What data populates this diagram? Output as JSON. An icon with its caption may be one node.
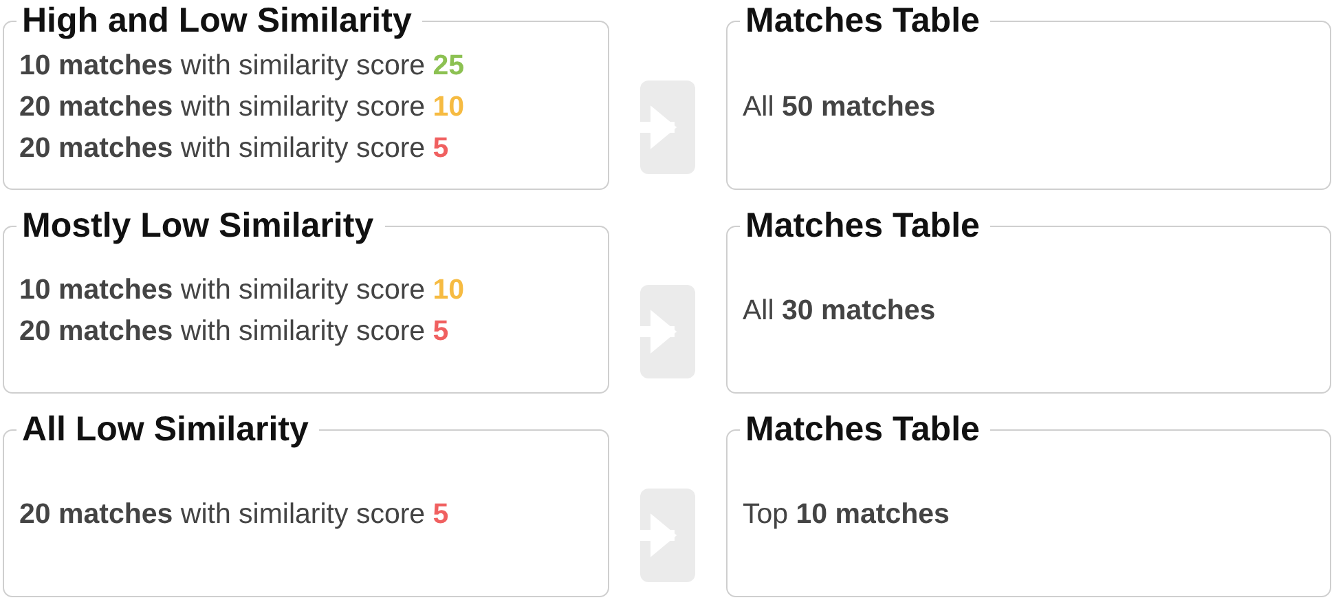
{
  "diagram": {
    "nodes": [
      {
        "text": [
          "High and Low Similarity",
          "**10 matches** with similarity score 25",
          "**20 matches** with similarity score 10",
          "**20 matches** with similarity score 5"
        ]
      },
      {
        "text": [
          "Matches Table",
          "All **50 matches**"
        ]
      },
      {
        "text": [
          "Mostly Low Similarity",
          "**10 matches** with similarity score 10",
          "**20 matches** with similarity score 5"
        ]
      },
      {
        "text": [
          "Matches Table",
          "All **30 matches**"
        ]
      },
      {
        "text": [
          "All Low Similarity",
          "**20 matches** with similarity score 5"
        ]
      },
      {
        "text": [
          "Matches Table",
          "Top **10 matches**"
        ]
      }
    ],
    "edges": [
      {
        "from": 0,
        "to": 1,
        "arrow": "to"
      },
      {
        "from": 2,
        "to": 3,
        "arrow": "to"
      },
      {
        "from": 4,
        "to": 5,
        "arrow": "to"
      }
    ]
  }
}
